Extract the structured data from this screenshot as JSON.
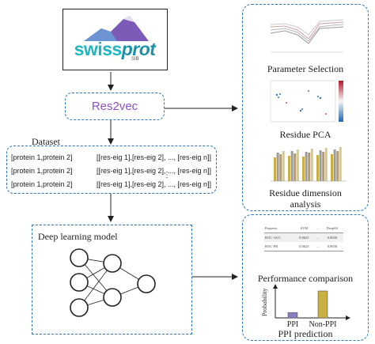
{
  "logo": {
    "text_main": "swiss",
    "text_accent": "prot",
    "text_sub": "SIB",
    "accent_color": "#1eb7c1",
    "mountain_color": "#7b5ab8"
  },
  "res2vec": {
    "label": "Res2vec",
    "color": "#8e4fc4"
  },
  "dataset": {
    "title": "Dataset",
    "rows": [
      {
        "pair": "[protein 1,protein 2]",
        "features": "[[res-eig 1],[res-eig 2], ..., [res-eig n]]"
      },
      {
        "pair": "[protein 1,protein 2]",
        "features": "[[res-eig 1],[res-eig 2], ..., [res-eig n]]"
      },
      {
        "pair": "[protein 1,protein 2]",
        "features": "[[res-eig 1],[res-eig 2], ..., [res-eig n]]"
      }
    ],
    "ellipsis": "⋮"
  },
  "dl_model": {
    "title": "Deep learning model"
  },
  "right_top": {
    "captions": [
      "Parameter Selection",
      "Residue PCA",
      "Residue dimension",
      "analysis"
    ]
  },
  "right_bottom": {
    "table": {
      "headers": [
        "Property",
        "SVM",
        "...",
        "DeepSS"
      ],
      "rows": [
        [
          "ROC-AUC",
          "0.8625",
          "...",
          "0.8658"
        ],
        [
          "ROC-PR",
          "0.8625",
          "...",
          "0.8658"
        ]
      ]
    },
    "performance_caption": "Performance comparison",
    "bar_chart": {
      "ylabel": "Probability",
      "categories": [
        "PPI",
        "Non-PPI"
      ],
      "values": [
        0.2,
        1.0
      ],
      "colors": [
        "#8b7fc2",
        "#c9b040"
      ]
    },
    "ppi_caption": "PPI prediction"
  },
  "colors": {
    "accent_blue": "#2e75b6"
  }
}
